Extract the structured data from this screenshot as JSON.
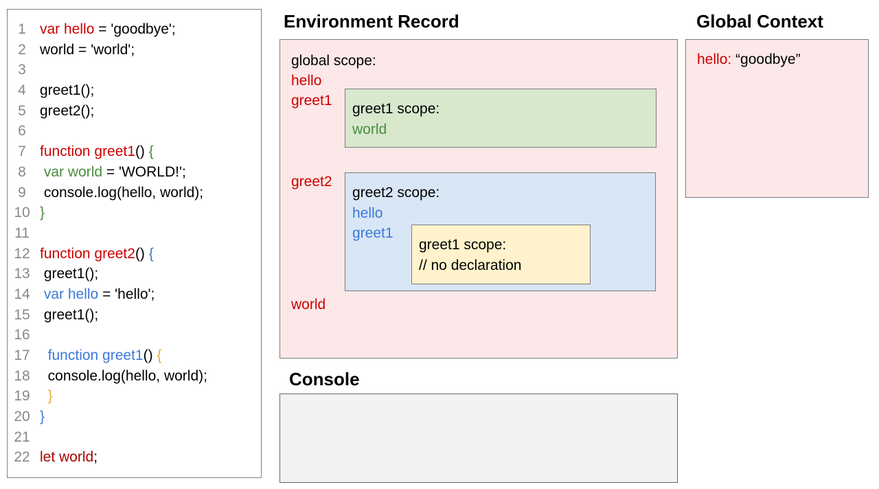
{
  "colors": {
    "black": "#000000",
    "red": "#cc0000",
    "darkred": "#a80000",
    "green": "#4a8c3c",
    "blue": "#3d78d8",
    "orange": "#f0ab43",
    "linenum": "#888888",
    "pink_fill": "#fce8e8",
    "green_fill": "#d7e8cd",
    "blue_fill": "#d8e6f6",
    "yellow_fill": "#fff2cc",
    "console_fill": "#f2f2f2",
    "border_gray": "#7b7b7b"
  },
  "code": {
    "lines": [
      {
        "n": "1",
        "seg": [
          [
            "red",
            "var hello"
          ],
          [
            "black",
            " = 'goodbye';"
          ]
        ]
      },
      {
        "n": "2",
        "seg": [
          [
            "black",
            "world = 'world';"
          ]
        ]
      },
      {
        "n": "3",
        "seg": []
      },
      {
        "n": "4",
        "seg": [
          [
            "black",
            "greet1();"
          ]
        ]
      },
      {
        "n": "5",
        "seg": [
          [
            "black",
            "greet2();"
          ]
        ]
      },
      {
        "n": "6",
        "seg": []
      },
      {
        "n": "7",
        "seg": [
          [
            "red",
            "function greet1"
          ],
          [
            "black",
            "() "
          ],
          [
            "green",
            "{"
          ]
        ]
      },
      {
        "n": "8",
        "seg": [
          [
            "black",
            " "
          ],
          [
            "green",
            "var world"
          ],
          [
            "black",
            " = 'WORLD!';"
          ]
        ]
      },
      {
        "n": "9",
        "seg": [
          [
            "black",
            " console.log(hello, world);"
          ]
        ]
      },
      {
        "n": "10",
        "seg": [
          [
            "green",
            "}"
          ]
        ]
      },
      {
        "n": "11",
        "seg": []
      },
      {
        "n": "12",
        "seg": [
          [
            "red",
            "function greet2"
          ],
          [
            "black",
            "() "
          ],
          [
            "blue",
            "{"
          ]
        ]
      },
      {
        "n": "13",
        "seg": [
          [
            "black",
            " greet1();"
          ]
        ]
      },
      {
        "n": "14",
        "seg": [
          [
            "black",
            " "
          ],
          [
            "blue",
            "var hello"
          ],
          [
            "black",
            " = 'hello';"
          ]
        ]
      },
      {
        "n": "15",
        "seg": [
          [
            "black",
            " greet1();"
          ]
        ]
      },
      {
        "n": "16",
        "seg": []
      },
      {
        "n": "17",
        "seg": [
          [
            "black",
            "  "
          ],
          [
            "blue",
            "function greet1"
          ],
          [
            "black",
            "() "
          ],
          [
            "orange",
            "{"
          ]
        ]
      },
      {
        "n": "18",
        "seg": [
          [
            "black",
            "  console.log(hello, world);"
          ]
        ]
      },
      {
        "n": "19",
        "seg": [
          [
            "black",
            "  "
          ],
          [
            "orange",
            "}"
          ]
        ]
      },
      {
        "n": "20",
        "seg": [
          [
            "blue",
            "}"
          ]
        ]
      },
      {
        "n": "21",
        "seg": []
      },
      {
        "n": "22",
        "seg": [
          [
            "darkred",
            "let world"
          ],
          [
            "black",
            ";"
          ]
        ]
      }
    ]
  },
  "env_record": {
    "title": "Environment Record",
    "labels": [
      {
        "text": "global scope:",
        "c": "black"
      },
      {
        "text": "hello",
        "c": "red"
      },
      {
        "text": "greet1",
        "c": "red"
      },
      {
        "text": "greet2",
        "c": "red"
      },
      {
        "text": "world",
        "c": "red"
      }
    ],
    "greet1_box": {
      "lines": [
        [
          "black",
          "greet1 scope:"
        ],
        [
          "green",
          "world"
        ]
      ]
    },
    "greet2_box": {
      "lines": [
        [
          "black",
          "greet2 scope:"
        ],
        [
          "blue",
          "hello"
        ],
        [
          "blue",
          "greet1"
        ]
      ]
    },
    "inner_greet1_box": {
      "lines": [
        [
          "black",
          "greet1 scope:"
        ],
        [
          "black",
          "// no declaration"
        ]
      ]
    }
  },
  "global_context": {
    "title": "Global Context",
    "entry": [
      [
        "red",
        "hello:"
      ],
      [
        "black",
        " “goodbye”"
      ]
    ]
  },
  "console": {
    "title": "Console"
  }
}
